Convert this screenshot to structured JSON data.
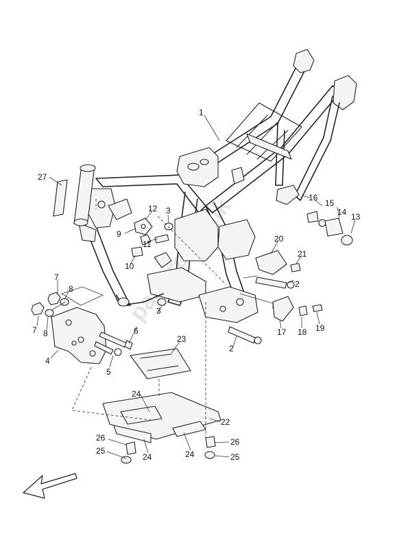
{
  "diagram": {
    "watermark": "partsrepublik",
    "callouts": [
      "1",
      "2",
      "3",
      "4",
      "5",
      "6",
      "7",
      "8",
      "9",
      "10",
      "11",
      "12",
      "13",
      "14",
      "15",
      "16",
      "17",
      "18",
      "19",
      "20",
      "21",
      "22",
      "23",
      "24",
      "25",
      "26",
      "27"
    ]
  },
  "colors": {
    "line": "#222222",
    "background": "#ffffff"
  }
}
